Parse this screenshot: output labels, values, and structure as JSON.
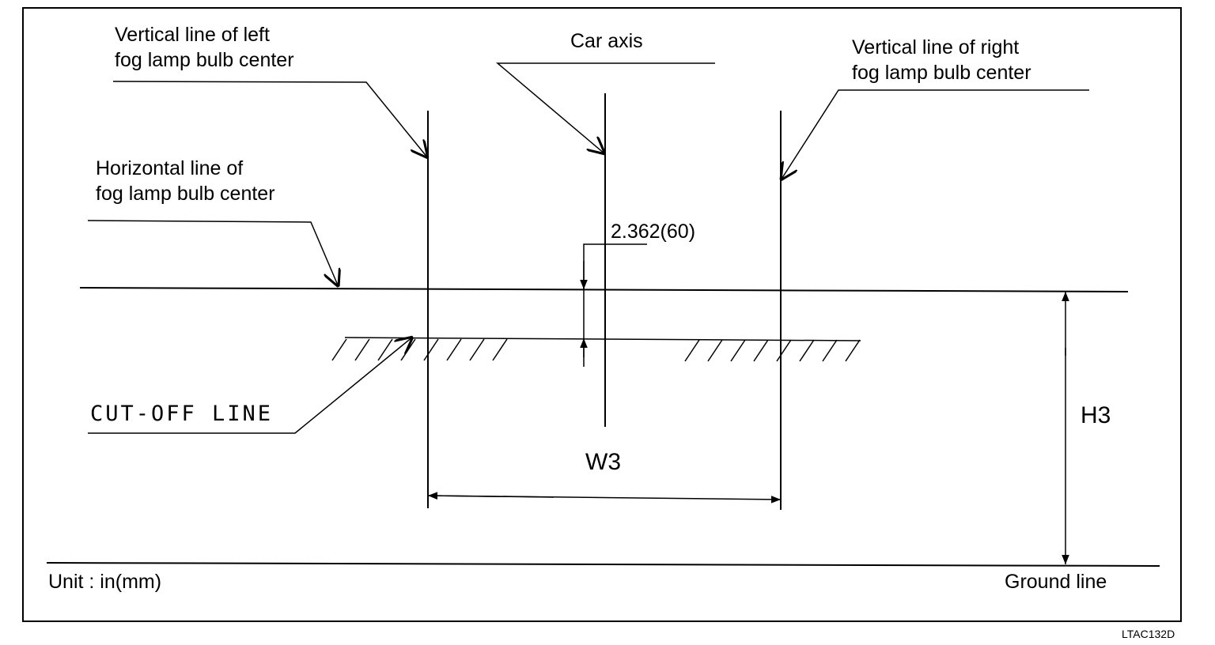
{
  "labels": {
    "left_vertical_line1": "Vertical line of left",
    "left_vertical_line2": "fog lamp bulb center",
    "car_axis": "Car axis",
    "right_vertical_line1": "Vertical line of right",
    "right_vertical_line2": "fog lamp bulb center",
    "horizontal_line1": "Horizontal line of",
    "horizontal_line2": "fog lamp bulb center",
    "offset_dimension": "2.362(60)",
    "cut_off_line": "CUT-OFF LINE",
    "width_dimension": "W3",
    "height_dimension": "H3",
    "unit": "Unit : in(mm)",
    "ground_line": "Ground line",
    "figure_code": "LTAC132D"
  }
}
